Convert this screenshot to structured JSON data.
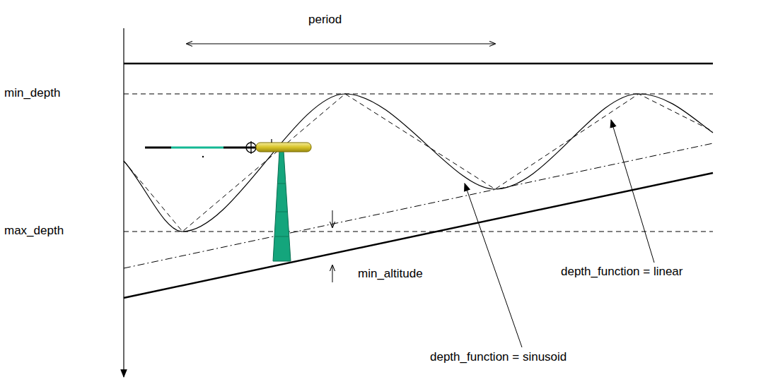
{
  "diagram": {
    "labels": [
      "period",
      "min_depth",
      "max_depth",
      "min_altitude",
      "depth_function = linear",
      "depth_function = sinusoid"
    ]
  }
}
